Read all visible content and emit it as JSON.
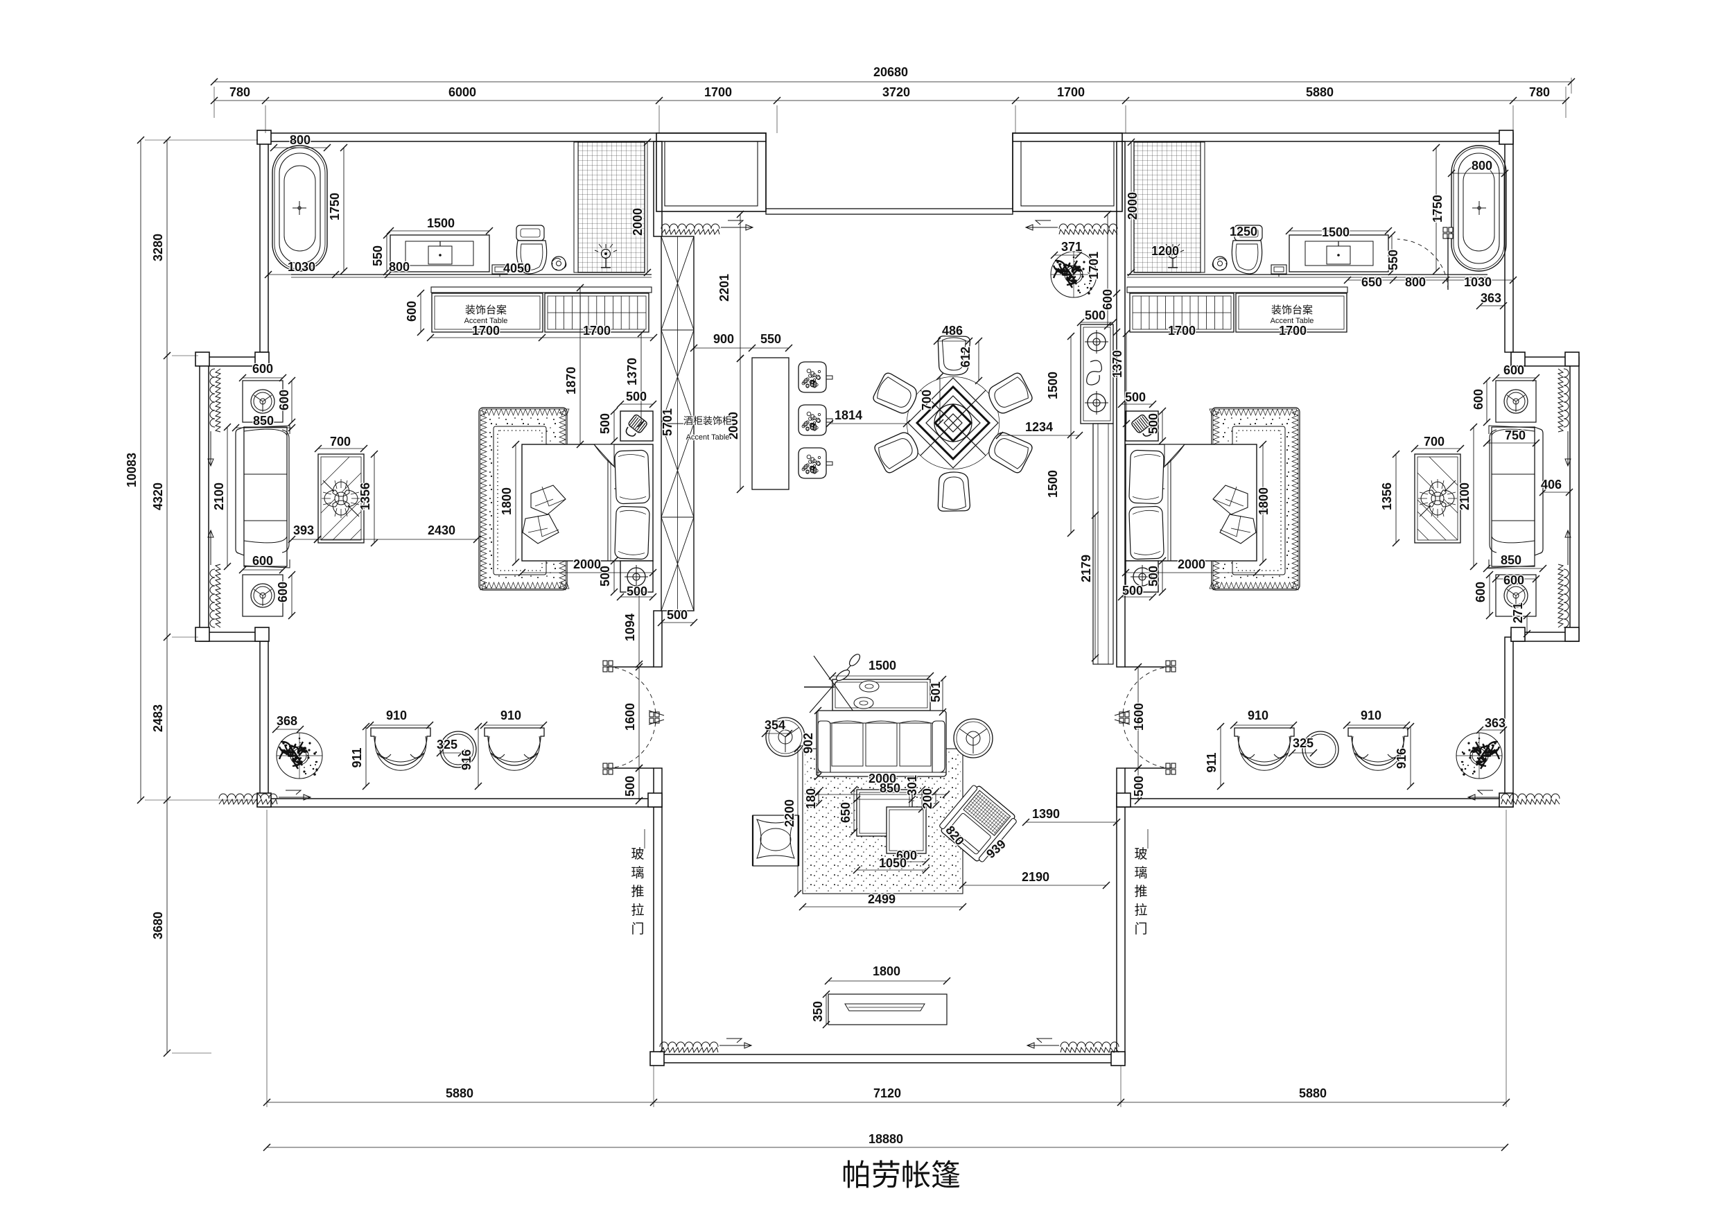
{
  "drawing": {
    "title": "帕劳帐篷",
    "type": "floor-plan",
    "room_labels": {
      "accent_table_cn": "装饰台案",
      "accent_table_en": "Accent Table",
      "bar_cabinet_cn": "酒柜装饰柜",
      "bar_cabinet_en": "Accent Table",
      "glass_sliding_door_cn": "玻璃推拉门"
    },
    "dimension_chains": {
      "top_total": "20680",
      "top": [
        "780",
        "6000",
        "1700",
        "3720",
        "1700",
        "5880",
        "780"
      ],
      "left_total": "10083",
      "left": [
        "3280",
        "4320",
        "2483",
        "3680"
      ],
      "bottom": [
        "5880",
        "7120",
        "5880"
      ],
      "bottom_total": "18880"
    },
    "colors": {
      "line": "#111111",
      "paper": "#ffffff"
    }
  },
  "a": [
    {
      "t": "20680"
    },
    {
      "t": "780"
    },
    {
      "t": "6000"
    },
    {
      "t": "1700"
    },
    {
      "t": "3720"
    },
    {
      "t": "1700"
    },
    {
      "t": "5880"
    },
    {
      "t": "780"
    },
    {
      "t": "10083"
    },
    {
      "t": "3280"
    },
    {
      "t": "4320"
    },
    {
      "t": "2483"
    },
    {
      "t": "3680"
    },
    {
      "t": "5880"
    },
    {
      "t": "7120"
    },
    {
      "t": "5880"
    },
    {
      "t": "18880"
    },
    {
      "t": "帕劳帐篷"
    },
    {
      "t": "800"
    },
    {
      "t": "1750"
    },
    {
      "t": "1030"
    },
    {
      "t": "800"
    },
    {
      "t": "1500"
    },
    {
      "t": "550"
    },
    {
      "t": "4050"
    },
    {
      "t": "2000"
    },
    {
      "t": "600"
    },
    {
      "t": "1700"
    },
    {
      "t": "1700"
    },
    {
      "t": "装饰台案"
    },
    {
      "t": "Accent Table"
    },
    {
      "t": "600"
    },
    {
      "t": "600"
    },
    {
      "t": "850"
    },
    {
      "t": "2100"
    },
    {
      "t": "393"
    },
    {
      "t": "600"
    },
    {
      "t": "600"
    },
    {
      "t": "700"
    },
    {
      "t": "1356"
    },
    {
      "t": "2430"
    },
    {
      "t": "1800"
    },
    {
      "t": "2000"
    },
    {
      "t": "1870"
    },
    {
      "t": "1370"
    },
    {
      "t": "500"
    },
    {
      "t": "500"
    },
    {
      "t": "5701"
    },
    {
      "t": "500"
    },
    {
      "t": "500"
    },
    {
      "t": "500"
    },
    {
      "t": "1094"
    },
    {
      "t": "1600"
    },
    {
      "t": "500"
    },
    {
      "t": "368"
    },
    {
      "t": "910"
    },
    {
      "t": "911"
    },
    {
      "t": "325"
    },
    {
      "t": "910"
    },
    {
      "t": "916"
    },
    {
      "t": "2201"
    },
    {
      "t": "900"
    },
    {
      "t": "550"
    },
    {
      "t": "2000"
    },
    {
      "t": "酒柜装饰柜"
    },
    {
      "t": "Accent Table"
    },
    {
      "t": "1814"
    },
    {
      "t": "486"
    },
    {
      "t": "612"
    },
    {
      "t": "700"
    },
    {
      "t": "1234"
    },
    {
      "t": "371"
    },
    {
      "t": "1701"
    },
    {
      "t": "500"
    },
    {
      "t": "1500"
    },
    {
      "t": "1500"
    },
    {
      "t": "1370"
    },
    {
      "t": "600"
    },
    {
      "t": "500"
    },
    {
      "t": "500"
    },
    {
      "t": "2179"
    },
    {
      "t": "500"
    },
    {
      "t": "500"
    },
    {
      "t": "1600"
    },
    {
      "t": "500"
    },
    {
      "t": "玻"
    },
    {
      "t": "玻"
    },
    {
      "t": "璃"
    },
    {
      "t": "璃"
    },
    {
      "t": "推"
    },
    {
      "t": "推"
    },
    {
      "t": "拉"
    },
    {
      "t": "拉"
    },
    {
      "t": "门"
    },
    {
      "t": "门"
    },
    {
      "t": "1500"
    },
    {
      "t": "501"
    },
    {
      "t": "354"
    },
    {
      "t": "902"
    },
    {
      "t": "2000"
    },
    {
      "t": "850"
    },
    {
      "t": "301"
    },
    {
      "t": "180"
    },
    {
      "t": "200"
    },
    {
      "t": "650"
    },
    {
      "t": "2200"
    },
    {
      "t": "600"
    },
    {
      "t": "1050"
    },
    {
      "t": "2499"
    },
    {
      "t": "820"
    },
    {
      "t": "939"
    },
    {
      "t": "1390"
    },
    {
      "t": "2190"
    },
    {
      "t": "1800"
    },
    {
      "t": "350"
    },
    {
      "t": "2000"
    },
    {
      "t": "1200"
    },
    {
      "t": "1250"
    },
    {
      "t": "1500"
    },
    {
      "t": "550"
    },
    {
      "t": "650"
    },
    {
      "t": "800"
    },
    {
      "t": "1030"
    },
    {
      "t": "800"
    },
    {
      "t": "1750"
    },
    {
      "t": "363"
    },
    {
      "t": "1700"
    },
    {
      "t": "1700"
    },
    {
      "t": "装饰台案"
    },
    {
      "t": "Accent Table"
    },
    {
      "t": "600"
    },
    {
      "t": "600"
    },
    {
      "t": "750"
    },
    {
      "t": "700"
    },
    {
      "t": "1356"
    },
    {
      "t": "2100"
    },
    {
      "t": "406"
    },
    {
      "t": "850"
    },
    {
      "t": "600"
    },
    {
      "t": "600"
    },
    {
      "t": "271"
    },
    {
      "t": "910"
    },
    {
      "t": "910"
    },
    {
      "t": "911"
    },
    {
      "t": "916"
    },
    {
      "t": "325"
    },
    {
      "t": "363"
    },
    {
      "t": "1800"
    },
    {
      "t": "2000"
    }
  ]
}
